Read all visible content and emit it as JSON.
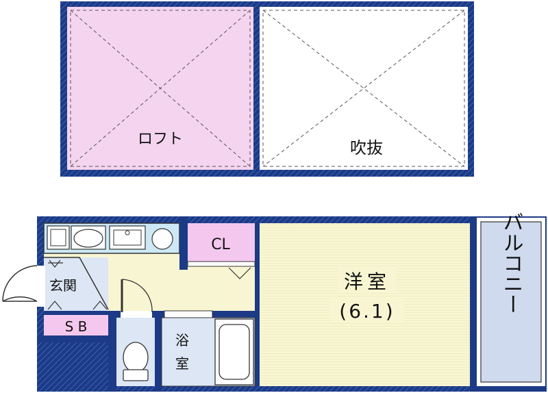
{
  "colors": {
    "wall": "#1c3a86",
    "wall_hatch": "#3d63b5",
    "loft_floor": "#f4d4ee",
    "cream_floor": "#f8f6d2",
    "pink_floor": "#f4c8ee",
    "blue_floor": "#dce6f4",
    "balcony_floor": "#cfdaee",
    "fixture_fill": "#cde8f5",
    "line": "#333333"
  },
  "labels": {
    "loft": "ロフト",
    "fukinuke": "吹抜",
    "closet": "CL",
    "western_room": "洋室",
    "western_room_size": "(6.1)",
    "entrance": "玄関",
    "shoe_box": "S B",
    "bath_line1": "浴",
    "bath_line2": "室",
    "balcony": "バルコニー"
  },
  "icons": {
    "kitchen_sink": "sink-icon",
    "stove": "stove-icon",
    "washbasin": "washbasin-icon",
    "washer": "washer-icon",
    "toilet": "toilet-icon",
    "bathtub": "bathtub-icon",
    "door": "door-swing-icon"
  }
}
